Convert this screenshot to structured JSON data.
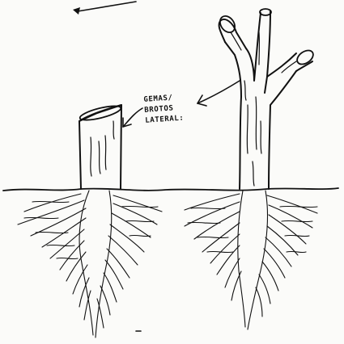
{
  "annotation": {
    "lines": [
      "GEMAS/",
      "BROTOS",
      "LATERAL:"
    ]
  },
  "colors": {
    "ink": "#111111",
    "paper": "#fbfbf9"
  }
}
